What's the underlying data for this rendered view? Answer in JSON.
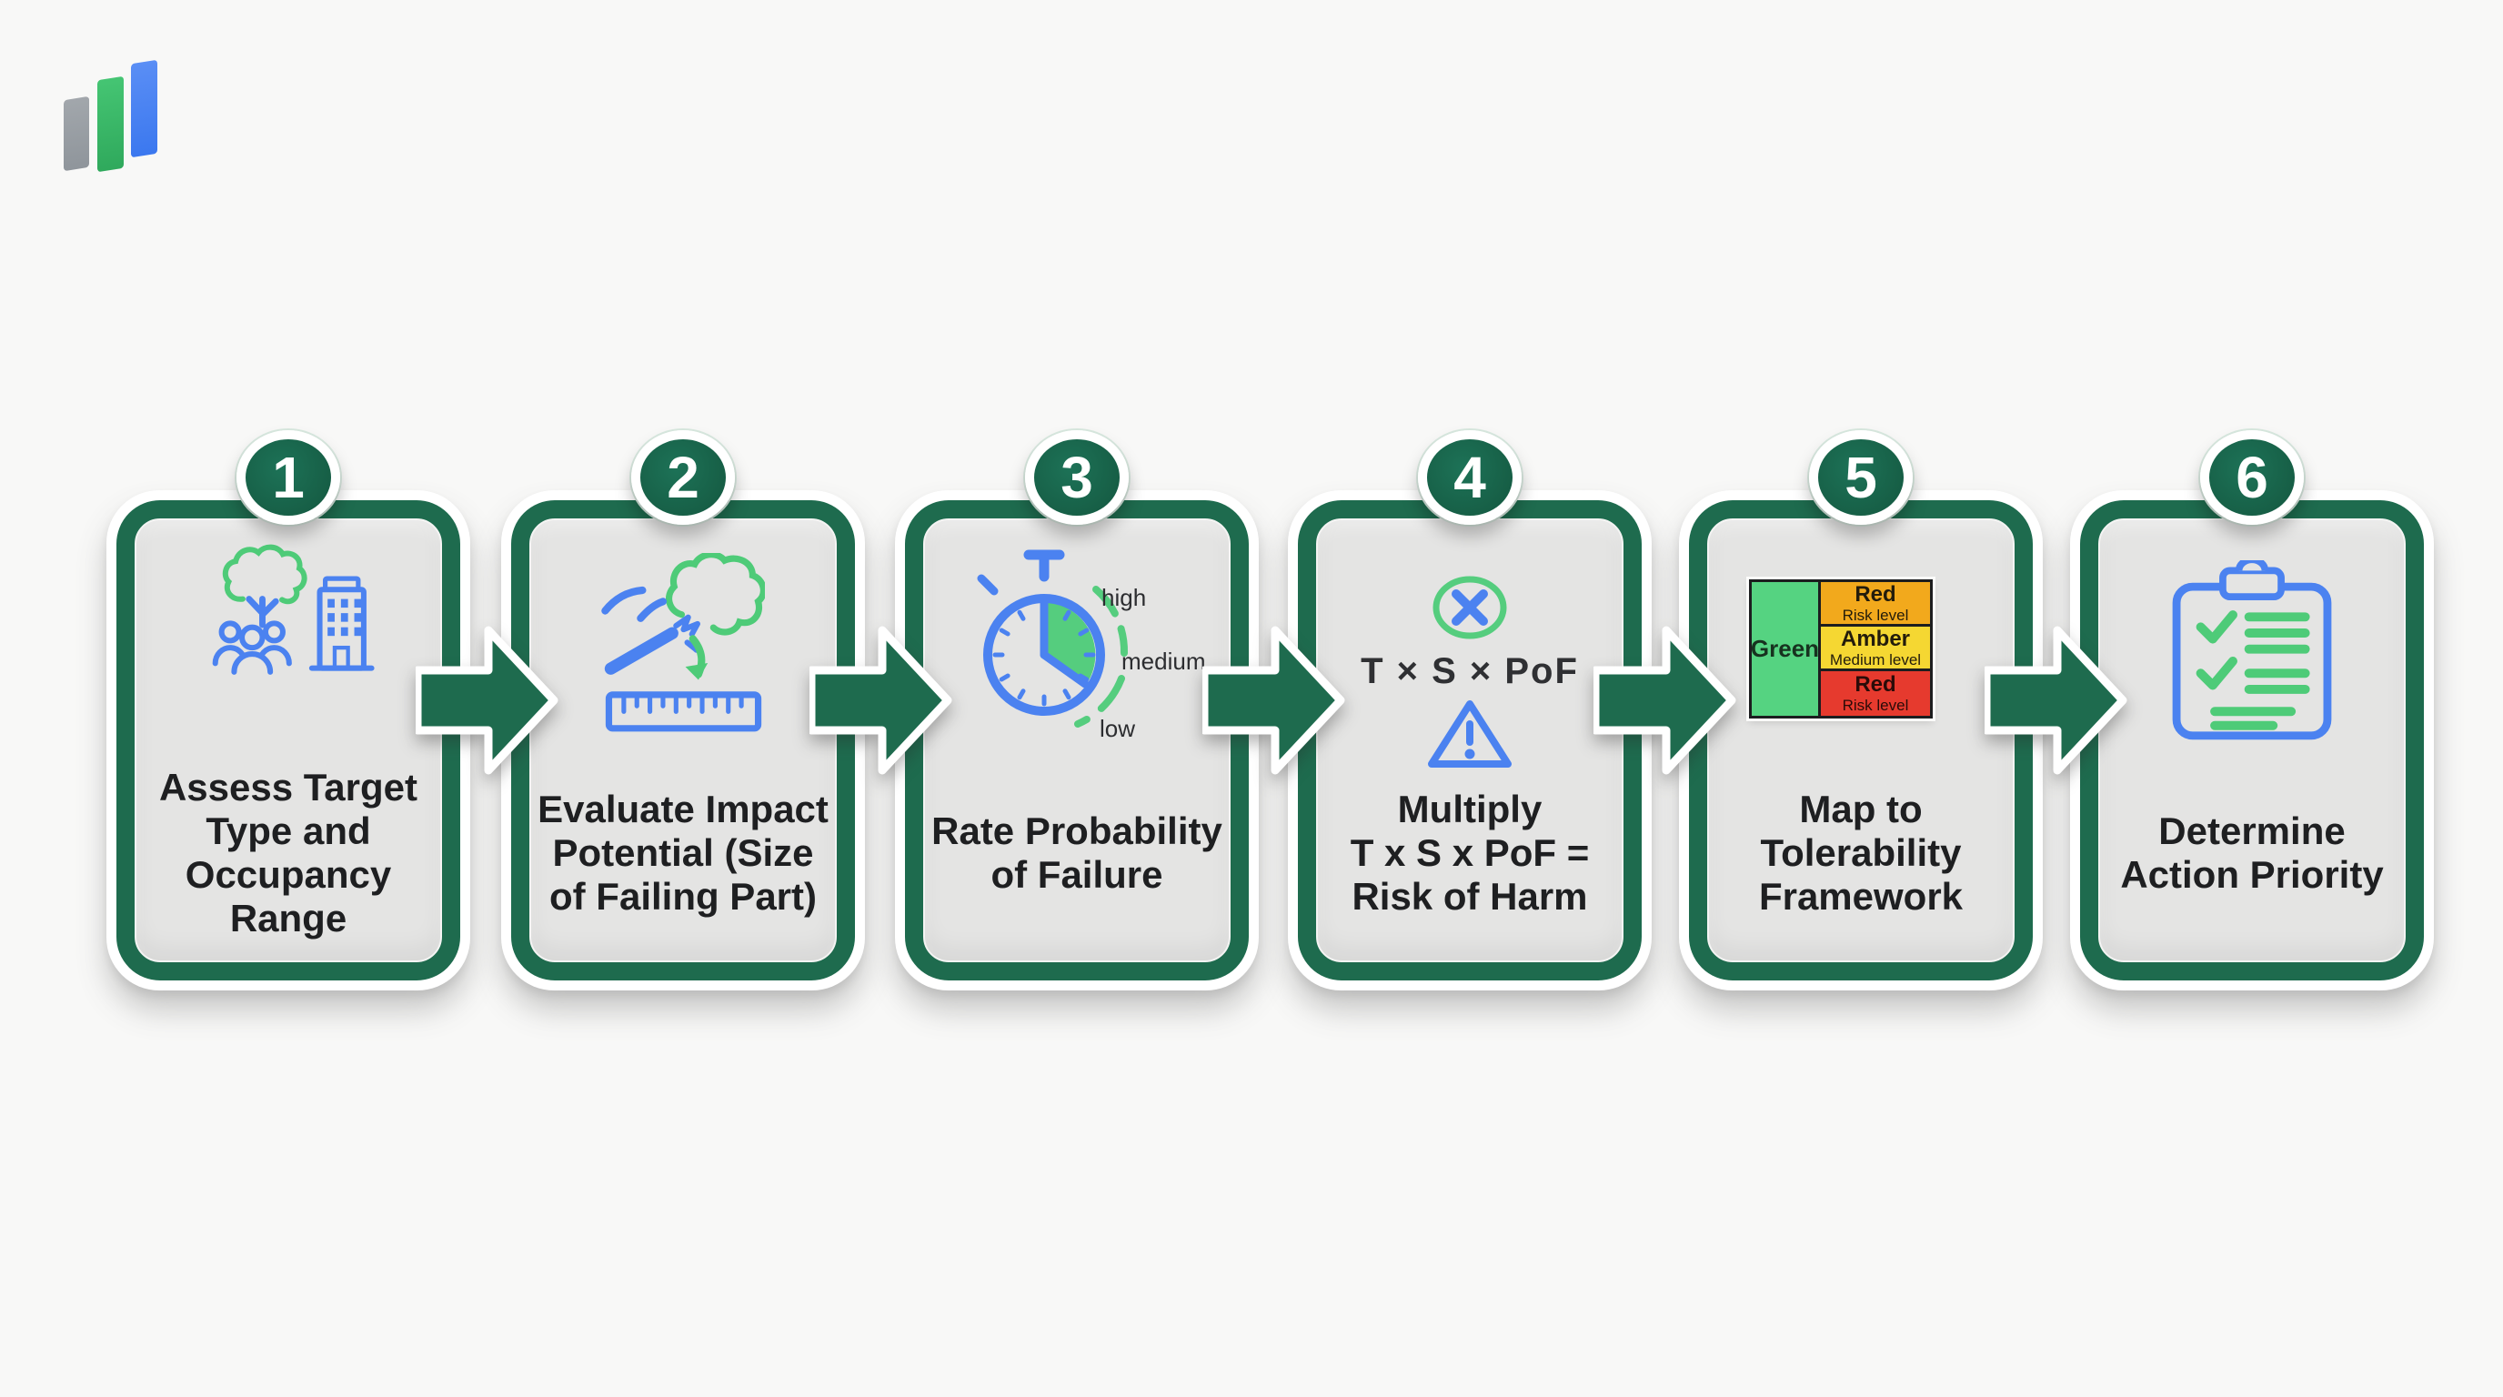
{
  "meta": {
    "type": "process-flow-infographic",
    "step_count": 6
  },
  "logo": {
    "bar_colors": [
      "#9aa0a6",
      "#38bb67",
      "#4184f3"
    ]
  },
  "colors": {
    "background": "#f8f8f7",
    "card_fill": "#e4e4e3",
    "green_dark": "#1e6b4e",
    "badge_green": "#166249",
    "icon_blue": "#4b82f0",
    "icon_green": "#4ecb78",
    "text_dark": "#1e1f21",
    "matrix_green": "#55d381",
    "matrix_amber": "#f2a91c",
    "matrix_yellow": "#f5d732",
    "matrix_red": "#e63a2e"
  },
  "steps": [
    {
      "number": "1",
      "icon": "tree-people-building-icon",
      "title_lines": [
        "Assess Target",
        "Type and",
        "Occupancy",
        "Range"
      ]
    },
    {
      "number": "2",
      "icon": "falling-branch-ruler-icon",
      "title_lines": [
        "Evaluate Impact",
        "Potential (Size",
        "of Failing Part)"
      ]
    },
    {
      "number": "3",
      "icon": "stopwatch-gauge-icon",
      "gauge_labels": {
        "high": "high",
        "medium": "medium",
        "low": "low"
      },
      "title_lines": [
        "Rate Probability",
        "of Failure"
      ]
    },
    {
      "number": "4",
      "icon": "multiply-warning-icon",
      "formula": "T × S × PoF",
      "title_lines": [
        "Multiply",
        "T x S x PoF =",
        "Risk of Harm"
      ]
    },
    {
      "number": "5",
      "icon": "risk-matrix-icon",
      "matrix": {
        "left_label": "Green",
        "rows": [
          {
            "title": "Red",
            "subtitle": "Risk level"
          },
          {
            "title": "Amber",
            "subtitle": "Medium level"
          },
          {
            "title": "Red",
            "subtitle": "Risk level"
          }
        ]
      },
      "title_lines": [
        "Map to",
        "Tolerability",
        "Framework"
      ]
    },
    {
      "number": "6",
      "icon": "checklist-clipboard-icon",
      "title_lines": [
        "Determine",
        "Action Priority"
      ]
    }
  ]
}
